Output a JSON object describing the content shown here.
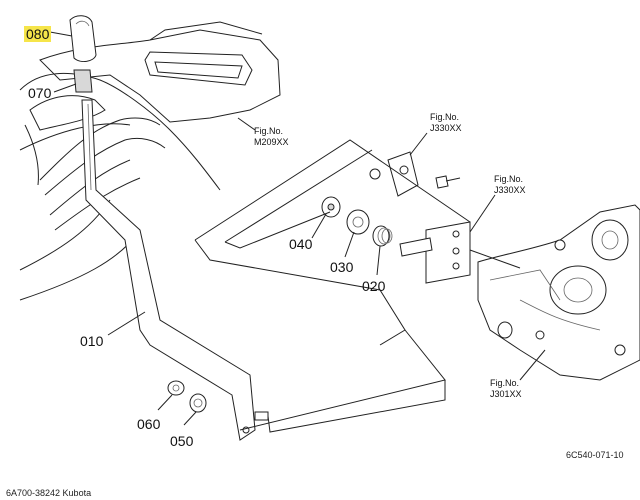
{
  "parts": [
    {
      "ref": "080",
      "highlighted": true
    },
    {
      "ref": "070",
      "highlighted": false
    },
    {
      "ref": "040",
      "highlighted": false
    },
    {
      "ref": "030",
      "highlighted": false
    },
    {
      "ref": "020",
      "highlighted": false
    },
    {
      "ref": "010",
      "highlighted": false
    },
    {
      "ref": "060",
      "highlighted": false
    },
    {
      "ref": "050",
      "highlighted": false
    }
  ],
  "figure_refs": [
    {
      "line1": "Fig.No.",
      "line2": "M209XX"
    },
    {
      "line1": "Fig.No.",
      "line2": "J330XX"
    },
    {
      "line1": "Fig.No.",
      "line2": "J330XX"
    },
    {
      "line1": "Fig.No.",
      "line2": "J301XX"
    }
  ],
  "drawing_code": "6C540-071-10",
  "catalog_code": "6A700-38242 Kubota",
  "highlight_color": "#f6e54a"
}
